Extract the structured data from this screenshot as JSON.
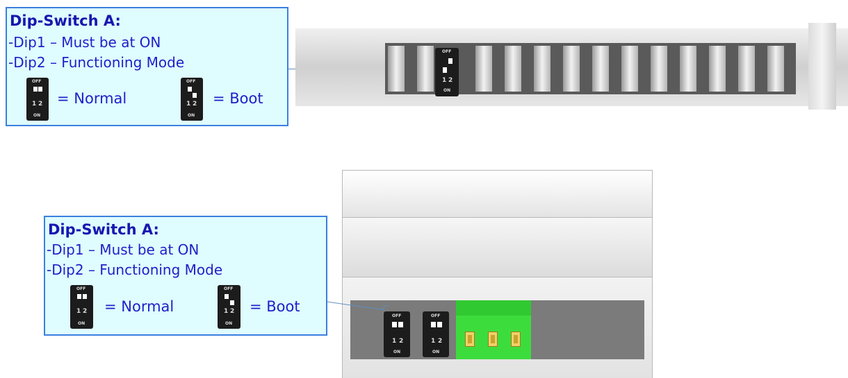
{
  "callouts": [
    {
      "title": "Dip-Switch A:",
      "line1": "-Dip1 – Must be at ON",
      "line2": "-Dip2 – Functioning Mode",
      "normal_label": "= Normal",
      "boot_label": "= Boot"
    },
    {
      "title": "Dip-Switch A:",
      "line1": "-Dip1 – Must be at ON",
      "line2": "-Dip2 – Functioning Mode",
      "normal_label": "= Normal",
      "boot_label": "= Boot"
    }
  ],
  "dip_labels": {
    "off": "OFF",
    "on": "ON",
    "one": "1",
    "two": "2"
  },
  "colors": {
    "callout_bg": "#dffcff",
    "callout_border": "#3b7fe0",
    "text_blue": "#1f1fc8",
    "connector_green": "#3ddc3d",
    "device_grey": "#d8d8d8",
    "strip_dark": "#5a5a5a"
  }
}
